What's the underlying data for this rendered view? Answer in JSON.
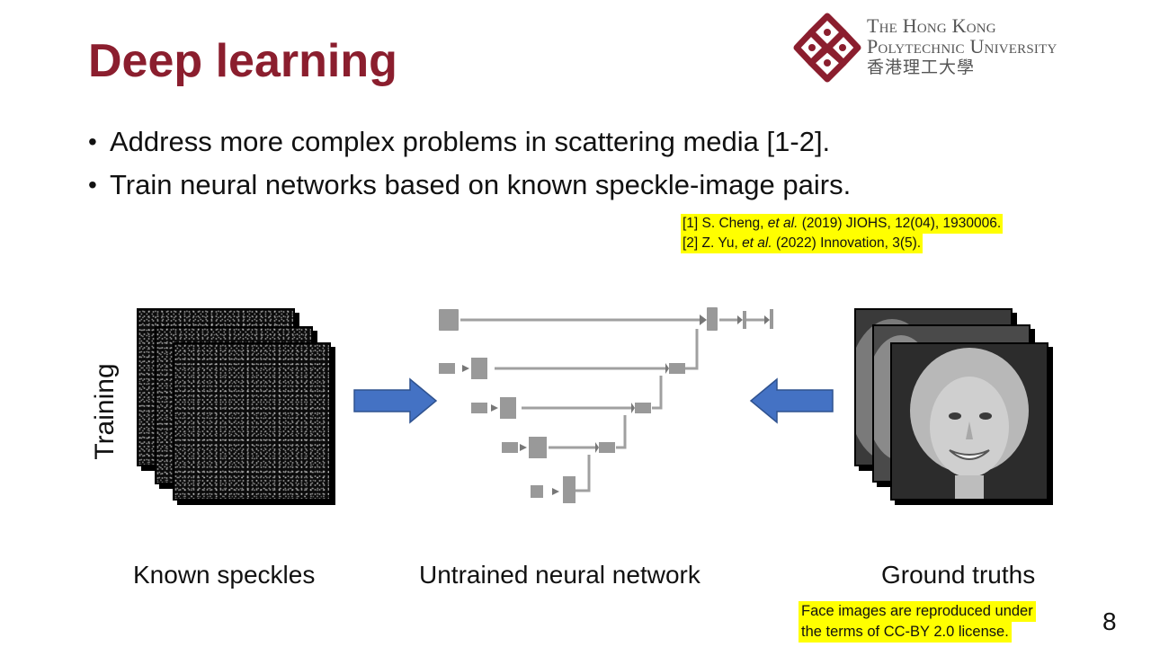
{
  "slide": {
    "title": "Deep learning",
    "page_number": "8"
  },
  "logo": {
    "line1": "The Hong Kong",
    "line2": "Polytechnic University",
    "line3": "香港理工大學",
    "brand_color": "#8b1e2e"
  },
  "bullets": [
    "Address more complex problems in scattering media [1-2].",
    "Train neural networks based on known speckle-image pairs."
  ],
  "references": {
    "ref1_prefix": "[1] S. Cheng, ",
    "ref1_etal": "et al.",
    "ref1_suffix": " (2019) JIOHS, 12(04), 1930006.",
    "ref2_prefix": "[2] Z. Yu, ",
    "ref2_etal": "et al.",
    "ref2_suffix": " (2022) Innovation, 3(5)."
  },
  "diagram": {
    "side_label": "Training",
    "captions": {
      "left": "Known speckles",
      "center": "Untrained neural network",
      "right": "Ground truths"
    },
    "arrow_color": "#4472c4"
  },
  "license_note": {
    "line1": "Face images are reproduced under",
    "line2": "the terms of CC-BY 2.0 license."
  },
  "colors": {
    "title": "#8b1e2e",
    "highlight": "#ffff00"
  }
}
